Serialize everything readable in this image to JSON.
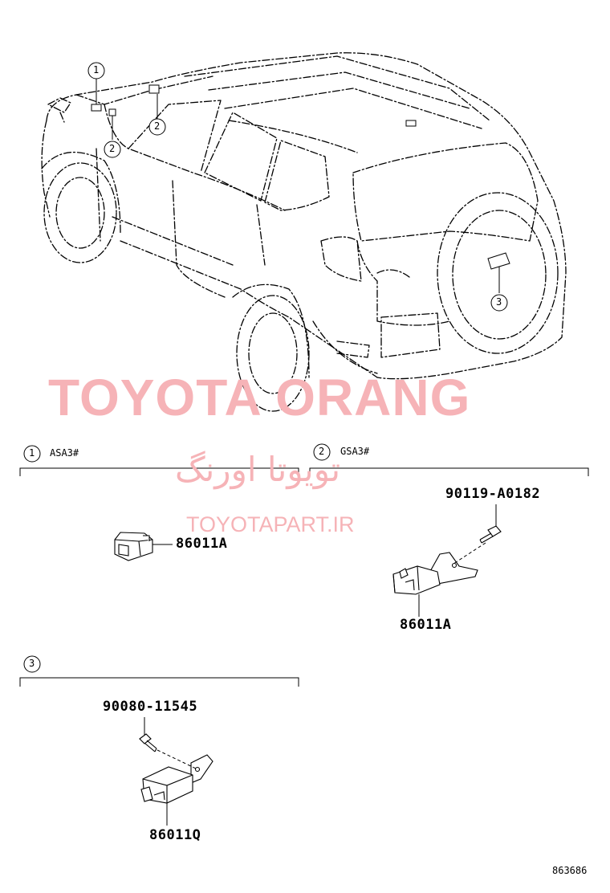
{
  "callouts": {
    "one": "1",
    "two": "2",
    "three": "3"
  },
  "sections": [
    {
      "number": "1",
      "code": "ASA3#"
    },
    {
      "number": "2",
      "code": "GSA3#"
    },
    {
      "number": "3",
      "code": ""
    }
  ],
  "parts": {
    "s1_sensor": "86011A",
    "s2_bolt": "90119-A0182",
    "s2_sensor": "86011A",
    "s3_bolt": "90080-11545",
    "s3_sensor": "86011Q"
  },
  "watermark": {
    "brand": "TOYOTA ORANG",
    "persian": "تویوتا اورنگ",
    "url": "TOYOTAPART.IR"
  },
  "diagram_id": "863686"
}
